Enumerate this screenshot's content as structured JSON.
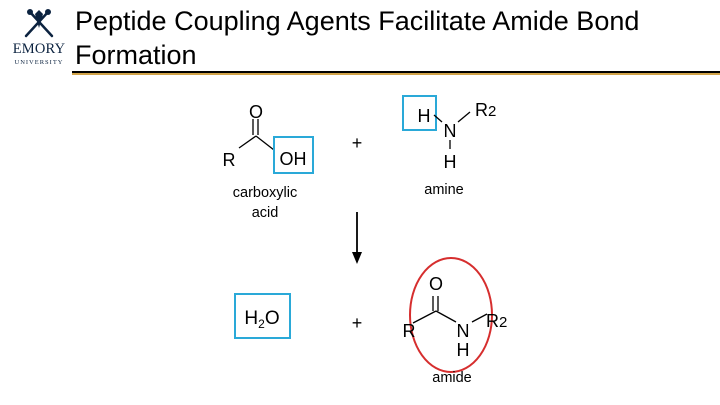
{
  "slide": {
    "title": "Peptide Coupling Agents Facilitate Amide Bond Formation"
  },
  "logo": {
    "name": "EMORY",
    "subtitle": "UNIVERSITY"
  },
  "scheme": {
    "carboxylic_acid": {
      "O": "O",
      "R": "R",
      "OH": "OH",
      "label": "carboxylic acid"
    },
    "plus": "+",
    "amine": {
      "H_boxed": "H",
      "N": "N",
      "H": "H",
      "R2": "R2",
      "label": "amine"
    },
    "water": {
      "H": "H",
      "sub": "2",
      "O": "O"
    },
    "amide": {
      "O": "O",
      "R": "R",
      "N": "N",
      "H": "H",
      "R2": "R2",
      "label": "amide"
    }
  },
  "colors": {
    "highlight_box": "#2aa9d8",
    "amide_circle": "#d62e2e",
    "rule_gold": "#d2a44a",
    "logo_navy": "#0c2340"
  }
}
